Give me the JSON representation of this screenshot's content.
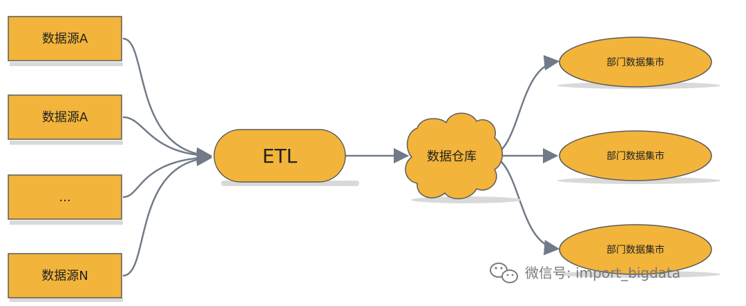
{
  "colors": {
    "node_fill": "#f2b43a",
    "node_stroke": "#5b5b5b",
    "edge": "#707a88",
    "shadow": "#d9d9d9",
    "watermark": "#7a7a7a"
  },
  "sources": [
    {
      "label": "数据源A"
    },
    {
      "label": "数据源A"
    },
    {
      "label": "..."
    },
    {
      "label": "数据源N"
    }
  ],
  "etl": {
    "label": "ETL"
  },
  "warehouse": {
    "label": "数据仓库"
  },
  "marts": [
    {
      "label": "部门数据集市"
    },
    {
      "label": "部门数据集市"
    },
    {
      "label": "部门数据集市"
    }
  ],
  "watermark": {
    "text": "微信号: import_bigdata",
    "icon": "wechat-icon"
  }
}
